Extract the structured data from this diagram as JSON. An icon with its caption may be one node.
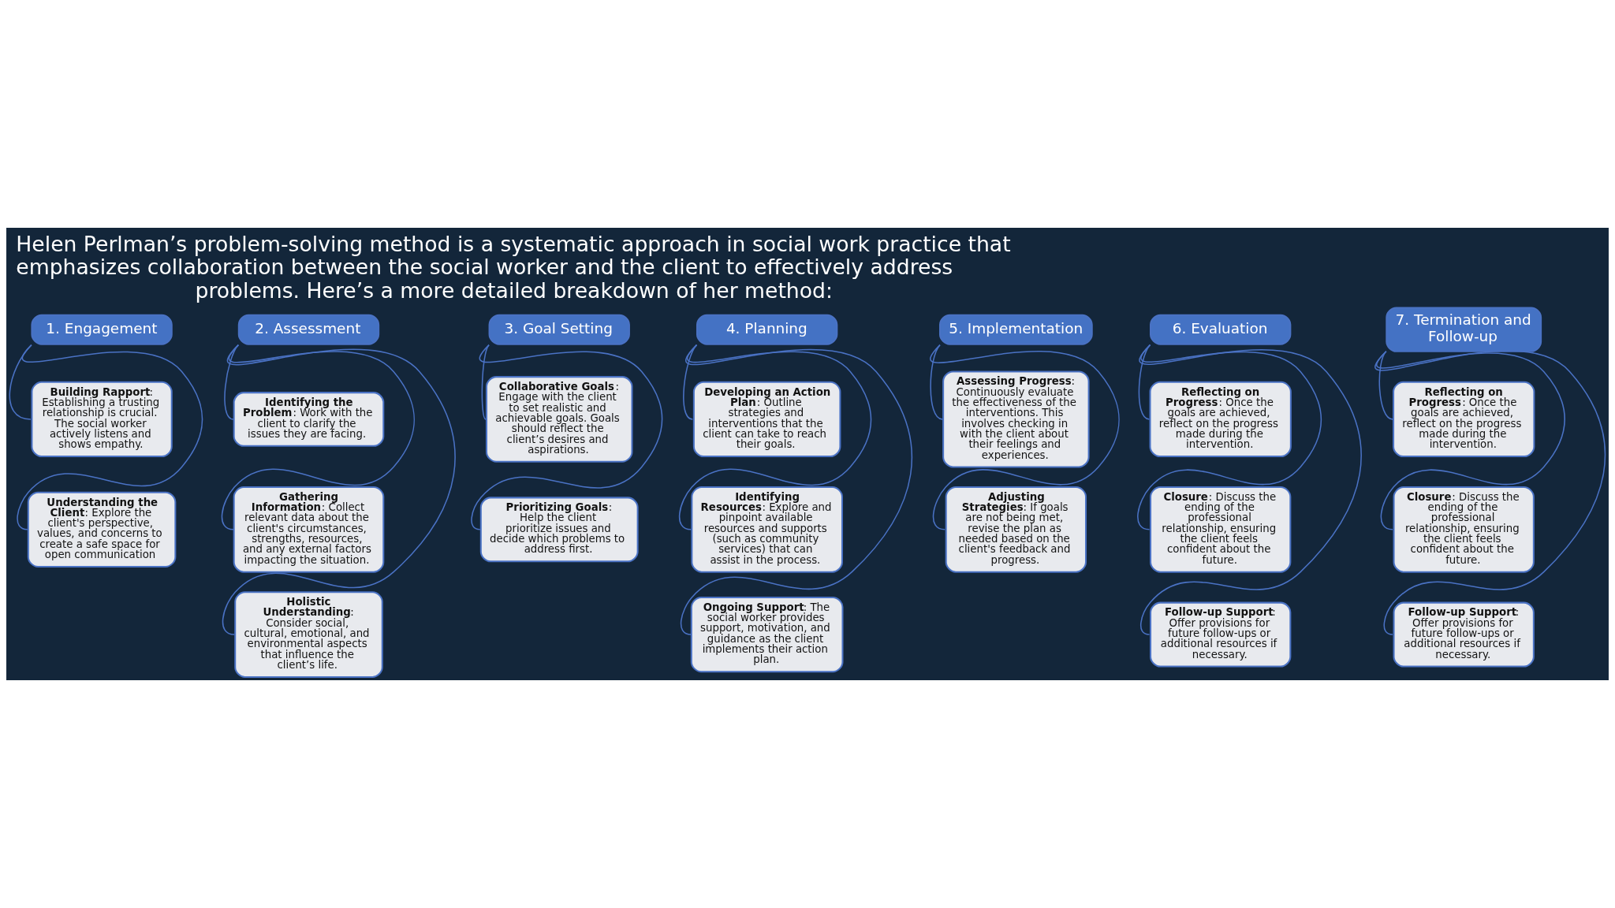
{
  "diagram": {
    "title": "Helen Perlman’s problem-solving method is a systematic approach in social work practice that emphasizes collaboration between the social worker and the client to effectively address problems. Here’s a more detailed breakdown of her method:",
    "nodes": [
      {
        "text": [
          "1. Engagement"
        ]
      },
      {
        "text": [
          "**Building Rapport**: Establishing a trusting relationship is crucial. The social worker actively listens and shows empathy."
        ]
      },
      {
        "text": [
          "**Understanding the Client**: Explore the client's perspective, values, and concerns to create a safe space for open communication"
        ]
      },
      {
        "text": [
          "2. Assessment"
        ]
      },
      {
        "text": [
          "**Identifying the Problem**: Work with the client to clarify the issues they are facing."
        ]
      },
      {
        "text": [
          "**Gathering Information**: Collect relevant data about the client's circumstances, strengths, resources, and any external factors impacting the situation."
        ]
      },
      {
        "text": [
          "**Holistic Understanding**: Consider social, cultural, emotional, and environmental aspects that influence the client’s life."
        ]
      },
      {
        "text": [
          "3. Goal Setting"
        ]
      },
      {
        "text": [
          "**Collaborative Goals**: Engage with the client to set realistic and achievable goals. Goals should reflect the client’s desires and aspirations."
        ]
      },
      {
        "text": [
          "**Prioritizing Goals**: Help the client prioritize issues and decide which problems to address first."
        ]
      },
      {
        "text": [
          "4. Planning"
        ]
      },
      {
        "text": [
          "**Developing an Action Plan**: Outline strategies and interventions that the client can take to reach their goals."
        ]
      },
      {
        "text": [
          "**Identifying Resources**: Explore and pinpoint available resources and supports (such as community services) that can assist in the process."
        ]
      },
      {
        "text": [
          "**Ongoing Support**: The social worker provides support, motivation, and guidance as the client implements their action plan."
        ]
      },
      {
        "text": [
          "5. Implementation"
        ]
      },
      {
        "text": [
          "**Assessing Progress**: Continuously evaluate the effectiveness of the interventions. This involves checking in with the client about their feelings and experiences."
        ]
      },
      {
        "text": [
          "**Adjusting Strategies**: If goals are not being met, revise the plan as needed based on the client's feedback and progress."
        ]
      },
      {
        "text": [
          "6. Evaluation"
        ]
      },
      {
        "text": [
          "**Reflecting on Progress**: Once the goals are achieved, reflect on the progress made during the intervention."
        ]
      },
      {
        "text": [
          "**Closure**: Discuss the ending of the professional relationship, ensuring the client feels confident about the future."
        ]
      },
      {
        "text": [
          "**Follow-up Support**: Offer provisions for future follow-ups or additional resources if necessary."
        ]
      },
      {
        "text": [
          "7. Termination and Follow-up"
        ]
      },
      {
        "text": [
          "**Reflecting on Progress**: Once the goals are achieved, reflect on the progress made during the intervention."
        ]
      },
      {
        "text": [
          "**Closure**: Discuss the ending of the professional relationship, ensuring the client feels confident about the future."
        ]
      },
      {
        "text": [
          "**Follow-up Support**: Offer provisions for future follow-ups or additional resources if necessary."
        ]
      }
    ],
    "edges": [
      {
        "from": 0,
        "to": 1,
        "arrow": "none"
      },
      {
        "from": 0,
        "to": 2,
        "arrow": "none"
      },
      {
        "from": 3,
        "to": 4,
        "arrow": "none"
      },
      {
        "from": 3,
        "to": 5,
        "arrow": "none"
      },
      {
        "from": 3,
        "to": 6,
        "arrow": "none"
      },
      {
        "from": 7,
        "to": 8,
        "arrow": "none"
      },
      {
        "from": 7,
        "to": 9,
        "arrow": "none"
      },
      {
        "from": 10,
        "to": 11,
        "arrow": "none"
      },
      {
        "from": 10,
        "to": 12,
        "arrow": "none"
      },
      {
        "from": 10,
        "to": 13,
        "arrow": "none"
      },
      {
        "from": 14,
        "to": 15,
        "arrow": "none"
      },
      {
        "from": 14,
        "to": 16,
        "arrow": "none"
      },
      {
        "from": 17,
        "to": 18,
        "arrow": "none"
      },
      {
        "from": 17,
        "to": 19,
        "arrow": "none"
      },
      {
        "from": 17,
        "to": 20,
        "arrow": "none"
      },
      {
        "from": 21,
        "to": 22,
        "arrow": "none"
      },
      {
        "from": 21,
        "to": 23,
        "arrow": "none"
      },
      {
        "from": 21,
        "to": 24,
        "arrow": "none"
      }
    ]
  }
}
